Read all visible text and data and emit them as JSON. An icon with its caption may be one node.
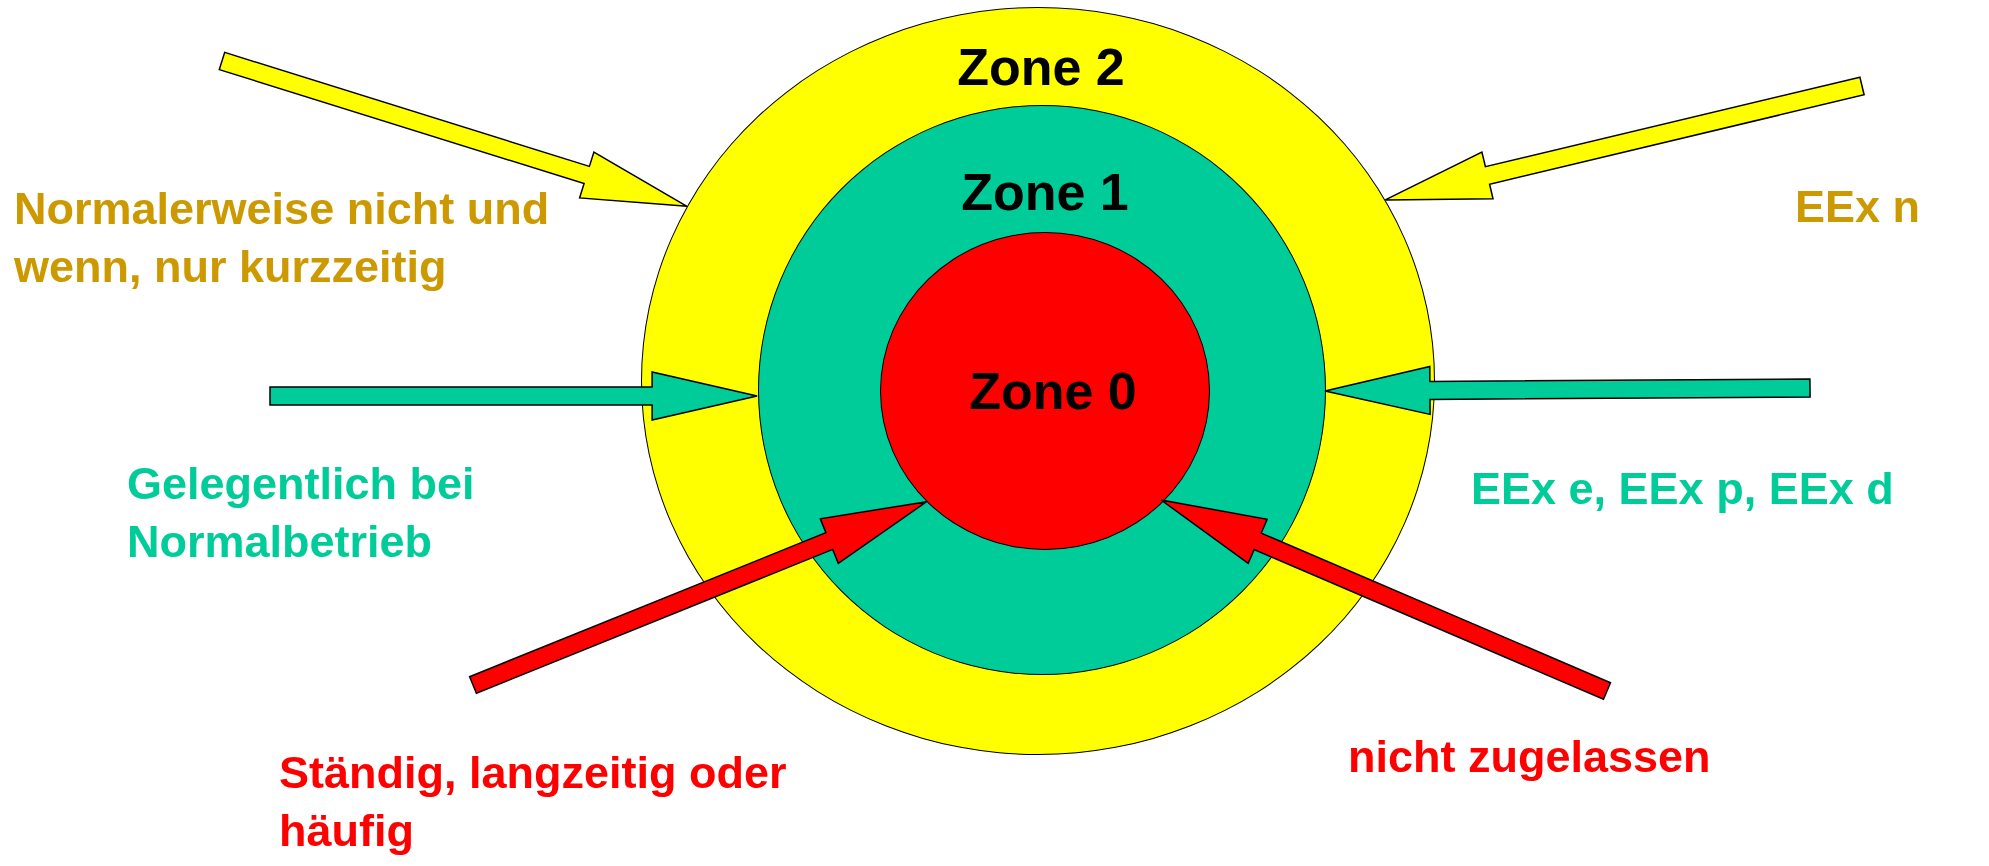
{
  "diagram": {
    "nodes": [
      {
        "text": [
          "Zone 2"
        ]
      },
      {
        "text": [
          "Zone 1"
        ],
        "in": 0
      },
      {
        "text": [
          "Zone 0"
        ],
        "in": 1
      }
    ],
    "edges": [
      {
        "from": null,
        "to": 0,
        "arrow": "to",
        "color": "#ffff00"
      },
      {
        "from": null,
        "to": 0,
        "arrow": "to",
        "color": "#ffff00"
      },
      {
        "from": null,
        "to": 1,
        "arrow": "to",
        "color": "#00cc99"
      },
      {
        "from": null,
        "to": 1,
        "arrow": "to",
        "color": "#00cc99"
      },
      {
        "from": null,
        "to": 2,
        "arrow": "to",
        "color": "#ff0000"
      },
      {
        "from": null,
        "to": 2,
        "arrow": "to",
        "color": "#ff0000"
      }
    ],
    "labels": [
      "Normalerweise nicht und wenn, nur kurzzeitig",
      "EEx n",
      "Gelegentlich bei Normalbetrieb",
      "EEx e, EEx p, EEx d",
      "Ständig, langzeitig oder häufig",
      "nicht zugelassen"
    ]
  }
}
